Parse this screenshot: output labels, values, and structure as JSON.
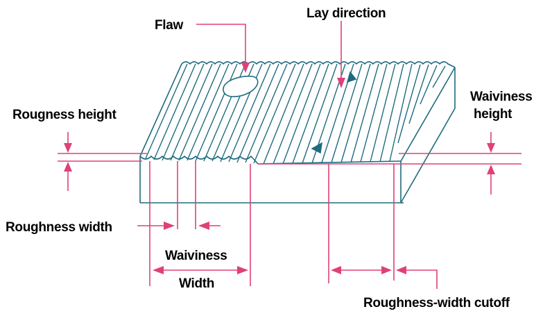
{
  "labels": {
    "flaw": "Flaw",
    "lay_direction": "Lay direction",
    "roughness_height": "Rougness height",
    "waviness_height_1": "Waiviness",
    "waviness_height_2": "height",
    "roughness_width": "Roughness width",
    "waviness_width_1": "Waiviness",
    "waviness_width_2": "Width",
    "roughness_width_cutoff": "Roughness-width cutoff"
  },
  "colors": {
    "surface_line": "#1e6b7e",
    "dimension": "#e0407a",
    "text": "#000000",
    "background": "#ffffff"
  }
}
